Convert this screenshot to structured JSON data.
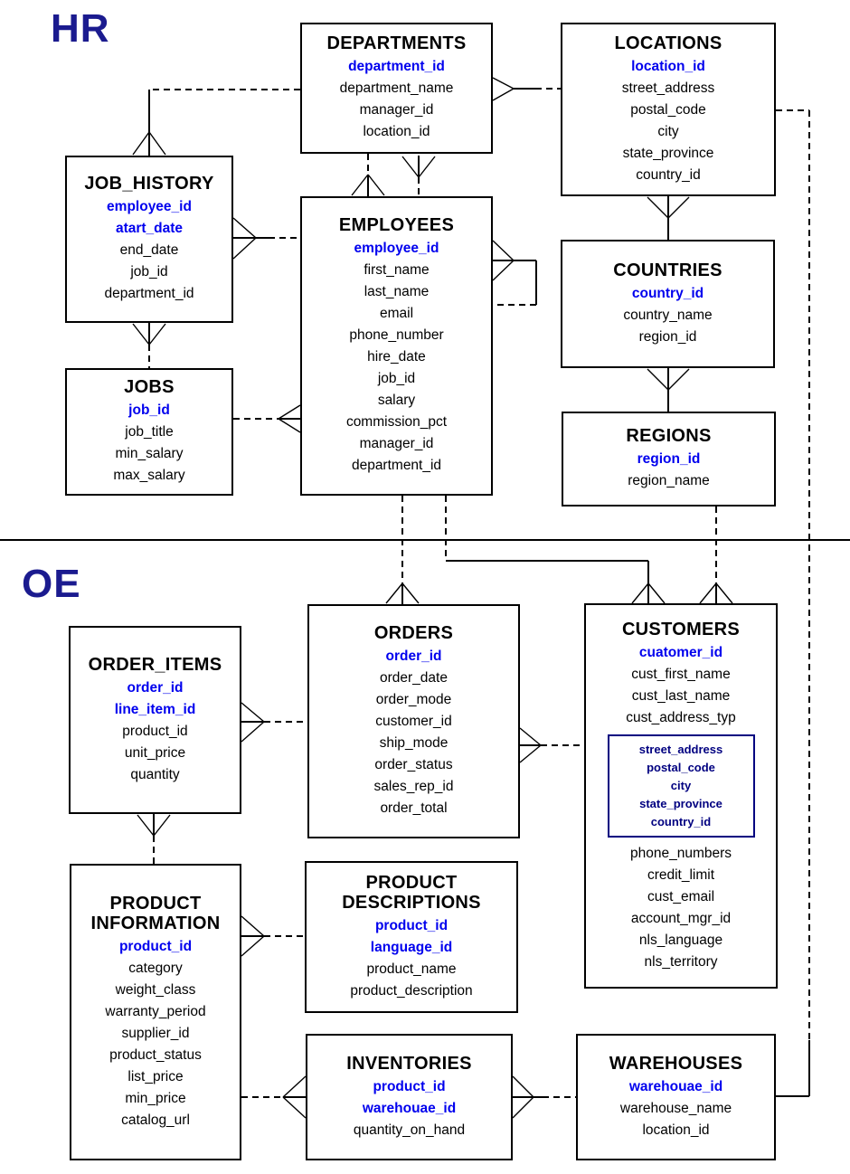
{
  "sections": {
    "hr_label": "HR",
    "oe_label": "OE"
  },
  "colors": {
    "pk_blue": "#0000ee",
    "navy_label": "#1b1b8f",
    "address_navy": "#000080",
    "line_black": "#000000",
    "background": "#ffffff"
  },
  "tables": {
    "departments": {
      "title": "DEPARTMENTS",
      "columns": [
        "department_id",
        "department_name",
        "manager_id",
        "location_id"
      ]
    },
    "locations": {
      "title": "LOCATIONS",
      "columns": [
        "location_id",
        "street_address",
        "postal_code",
        "city",
        "state_province",
        "country_id"
      ]
    },
    "job_history": {
      "title": "JOB_HISTORY",
      "columns": [
        "employee_id",
        "atart_date",
        "end_date",
        "job_id",
        "department_id"
      ]
    },
    "employees": {
      "title": "EMPLOYEES",
      "columns": [
        "employee_id",
        "first_name",
        "last_name",
        "email",
        "phone_number",
        "hire_date",
        "job_id",
        "salary",
        "commission_pct",
        "manager_id",
        "department_id"
      ]
    },
    "countries": {
      "title": "COUNTRIES",
      "columns": [
        "country_id",
        "country_name",
        "region_id"
      ]
    },
    "jobs": {
      "title": "JOBS",
      "columns": [
        "job_id",
        "job_title",
        "min_salary",
        "max_salary"
      ]
    },
    "regions": {
      "title": "REGIONS",
      "columns": [
        "region_id",
        "region_name"
      ]
    },
    "order_items": {
      "title": "ORDER_ITEMS",
      "columns": [
        "order_id",
        "line_item_id",
        "product_id",
        "unit_price",
        "quantity"
      ]
    },
    "orders": {
      "title": "ORDERS",
      "columns": [
        "order_id",
        "order_date",
        "order_mode",
        "customer_id",
        "ship_mode",
        "order_status",
        "sales_rep_id",
        "order_total"
      ]
    },
    "customers": {
      "title": "CUSTOMERS",
      "columns_top": [
        "cuatomer_id",
        "cust_first_name",
        "cust_last_name",
        "cust_address_typ"
      ],
      "address_box": [
        "street_address",
        "postal_code",
        "city",
        "state_province",
        "country_id"
      ],
      "columns_bottom": [
        "phone_numbers",
        "credit_limit",
        "cust_email",
        "account_mgr_id",
        "nls_language",
        "nls_territory"
      ]
    },
    "product_information": {
      "title_line1": "PRODUCT",
      "title_line2": "INFORMATION",
      "columns": [
        "product_id",
        "category",
        "weight_class",
        "warranty_period",
        "supplier_id",
        "product_status",
        "list_price",
        "min_price",
        "catalog_url"
      ]
    },
    "product_descriptions": {
      "title_line1": "PRODUCT",
      "title_line2": "DESCRIPTIONS",
      "columns": [
        "product_id",
        "language_id",
        "product_name",
        "product_description"
      ]
    },
    "inventories": {
      "title": "INVENTORIES",
      "columns": [
        "product_id",
        "warehouae_id",
        "quantity_on_hand"
      ]
    },
    "warehouses": {
      "title": "WAREHOUSES",
      "columns": [
        "warehouae_id",
        "warehouse_name",
        "location_id"
      ]
    }
  }
}
